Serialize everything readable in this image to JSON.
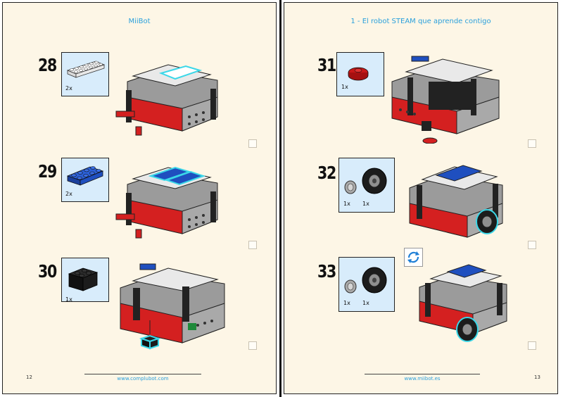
{
  "left_page": {
    "header": "MiiBot",
    "footer_url": "www.complubot.com",
    "page_number": "12",
    "steps": [
      {
        "number": "28",
        "qty": "2x",
        "part": "white-plate-2x6-icon"
      },
      {
        "number": "29",
        "qty": "2x",
        "part": "blue-plate-2x4-icon"
      },
      {
        "number": "30",
        "qty": "1x",
        "part": "black-brick-2x2-icon"
      }
    ]
  },
  "right_page": {
    "header": "1 - El robot STEAM que aprende contigo",
    "footer_url": "www.miibot.es",
    "page_number": "13",
    "steps": [
      {
        "number": "31",
        "part": "red-round-plate-icon",
        "qty": "1x"
      },
      {
        "number": "32",
        "part_a": "grey-hub-icon",
        "part_b": "black-wheel-icon",
        "qty_a": "1x",
        "qty_b": "1x"
      },
      {
        "number": "33",
        "part_a": "grey-hub-icon",
        "part_b": "black-wheel-icon",
        "qty_a": "1x",
        "qty_b": "1x"
      }
    ],
    "rotate_icon": "rotate-model-icon"
  },
  "colors": {
    "page_bg": "#fdf6e6",
    "accent_blue": "#2aa0dc",
    "part_box_bg": "#d8ecfb",
    "brick_red": "#d42020",
    "brick_grey": "#a9a9a9",
    "brick_blue": "#1f4fbf",
    "highlight_cyan": "#3ad7e8"
  }
}
